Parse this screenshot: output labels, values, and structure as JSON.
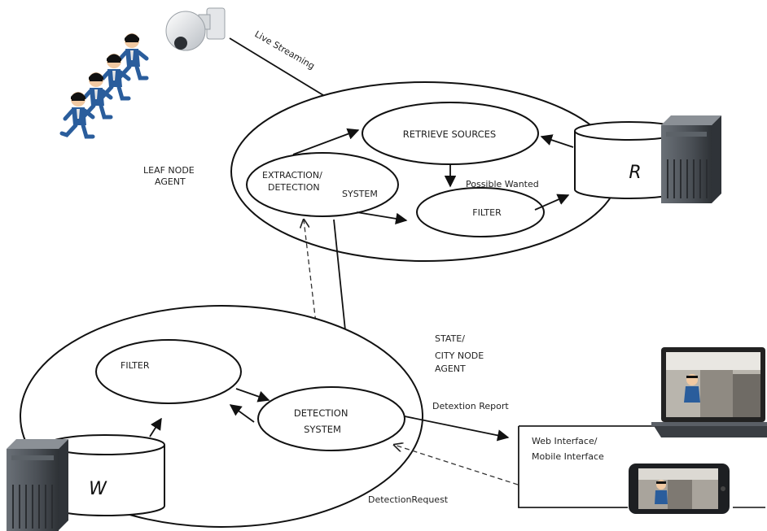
{
  "labels": {
    "live_streaming": "Live Streaming",
    "leaf_node_agent": [
      "LEAF NODE",
      "AGENT"
    ],
    "retrieve_sources": "RETRIEVE SOURCES",
    "extraction_detection": [
      "EXTRACTION/",
      "DETECTION"
    ],
    "system": "SYSTEM",
    "possible_wanted": "Possible Wanted",
    "filter_top": "FILTER",
    "db_r": "R",
    "state_city_node_agent": [
      "STATE/",
      "CITY NODE",
      "AGENT"
    ],
    "filter_bottom": "FILTER",
    "detection_system": [
      "DETECTION",
      "SYSTEM"
    ],
    "detection_report": "Detextion Report",
    "web_mobile_interface": [
      "Web Interface/",
      "Mobile Interface"
    ],
    "db_w": "W",
    "detection_request": "DetectionRequest"
  },
  "icons": {
    "camera": "security-camera-icon",
    "thieves": "masked-thieves-icon",
    "server": "server-tower-icon",
    "laptop": "laptop-icon",
    "phone": "smartphone-icon"
  },
  "colors": {
    "stroke": "#111111",
    "server_body": "#4a4f55",
    "thief_suit": "#2a5d9c"
  }
}
